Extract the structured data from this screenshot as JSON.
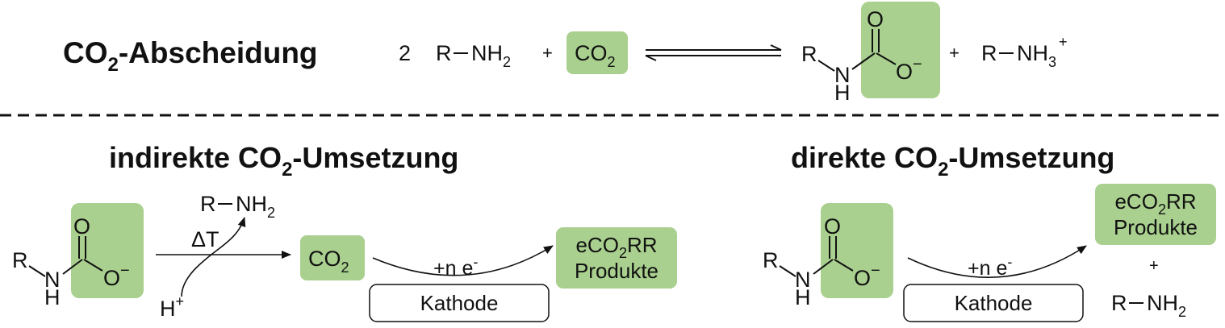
{
  "capture": {
    "title_main": "CO",
    "title_sub": "2",
    "title_rest": "-Abscheidung",
    "coef": "2",
    "amine_r": "R",
    "amine_nh": "NH",
    "amine_sub": "2",
    "plus": "+",
    "co2_main": "CO",
    "co2_sub": "2",
    "carbamate": {
      "r": "R",
      "n": "N",
      "h": "H",
      "o_top": "O",
      "o_minus": "O",
      "charge": "−"
    },
    "plus2": "+",
    "ammonium_r": "R",
    "ammonium_nh": "NH",
    "ammonium_sub": "3",
    "ammonium_sup": "+"
  },
  "indirect": {
    "title_main": "indirekte CO",
    "title_sub": "2",
    "title_rest": "-Umsetzung",
    "carbamate": {
      "r": "R",
      "n": "N",
      "h": "H",
      "o_top": "O",
      "o_minus": "O",
      "charge": "−"
    },
    "released_r": "R",
    "released_nh": "NH",
    "released_sub": "2",
    "heat": "ΔT",
    "proton": "H",
    "proton_sup": "+",
    "co2_main": "CO",
    "co2_sub": "2",
    "electrons": "+n e",
    "electrons_sup": "-",
    "cathode": "Kathode",
    "product_line1_main": "eCO",
    "product_line1_sub": "2",
    "product_line1_rest": "RR",
    "product_line2": "Produkte"
  },
  "direct": {
    "title_main": "direkte CO",
    "title_sub": "2",
    "title_rest": "-Umsetzung",
    "carbamate": {
      "r": "R",
      "n": "N",
      "h": "H",
      "o_top": "O",
      "o_minus": "O",
      "charge": "−"
    },
    "electrons": "+n e",
    "electrons_sup": "-",
    "cathode": "Kathode",
    "product_line1_main": "eCO",
    "product_line1_sub": "2",
    "product_line1_rest": "RR",
    "product_line2": "Produkte",
    "plus": "+",
    "amine_r": "R",
    "amine_nh": "NH",
    "amine_sub": "2"
  }
}
